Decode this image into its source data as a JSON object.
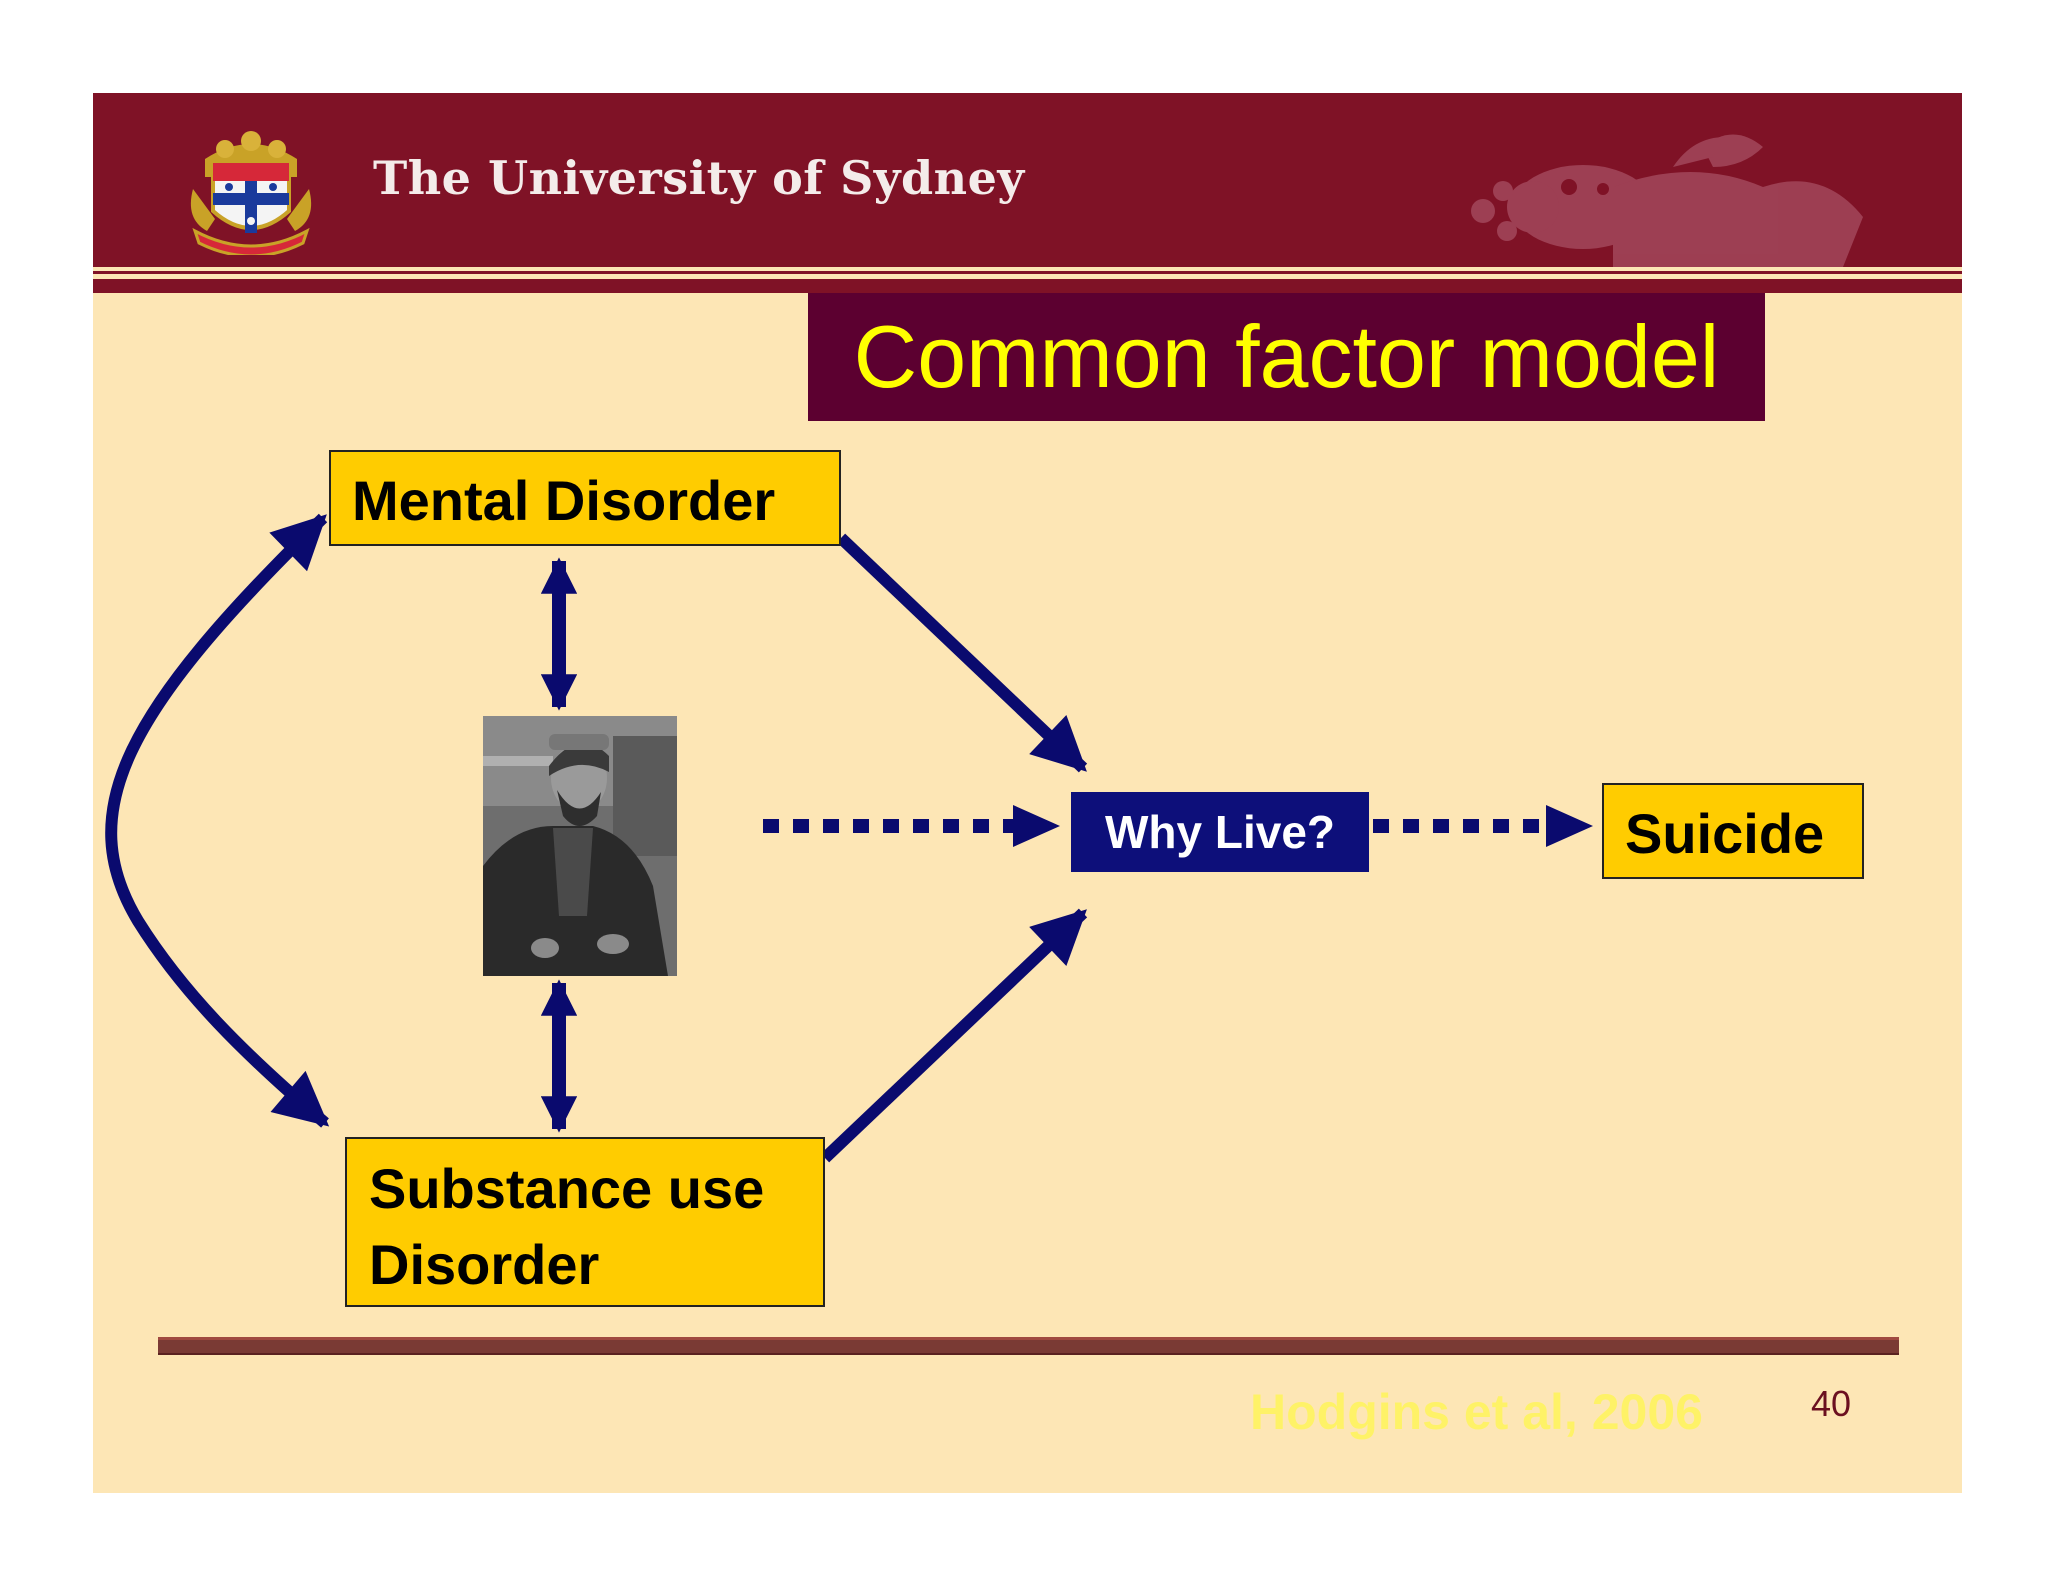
{
  "header": {
    "university_name": "The University of Sydney",
    "background_color": "#7f1226"
  },
  "slide": {
    "title": "Common factor model",
    "background_color": "#fde6b5"
  },
  "diagram": {
    "nodes": {
      "mental_disorder": "Mental Disorder",
      "substance_use_line1": "Substance use",
      "substance_use_line2": "Disorder",
      "why_live": "Why Live?",
      "suicide": "Suicide"
    },
    "colors": {
      "node_fill": "#ffcc00",
      "why_live_fill": "#0d0f7a",
      "arrow": "#0a0a6e"
    },
    "edges": [
      {
        "from": "mental_disorder",
        "to": "why_live",
        "style": "solid"
      },
      {
        "from": "substance_use",
        "to": "why_live",
        "style": "solid"
      },
      {
        "from": "mental_disorder",
        "to": "substance_use",
        "style": "solid-bidirectional"
      },
      {
        "from": "mental_disorder",
        "to": "photo",
        "style": "solid-bidirectional"
      },
      {
        "from": "photo",
        "to": "substance_use",
        "style": "solid-bidirectional"
      },
      {
        "from": "photo",
        "to": "why_live",
        "style": "dotted"
      },
      {
        "from": "why_live",
        "to": "suicide",
        "style": "dotted"
      }
    ]
  },
  "footer": {
    "citation": "Hodgins et al, 2006",
    "page_number": "40"
  }
}
